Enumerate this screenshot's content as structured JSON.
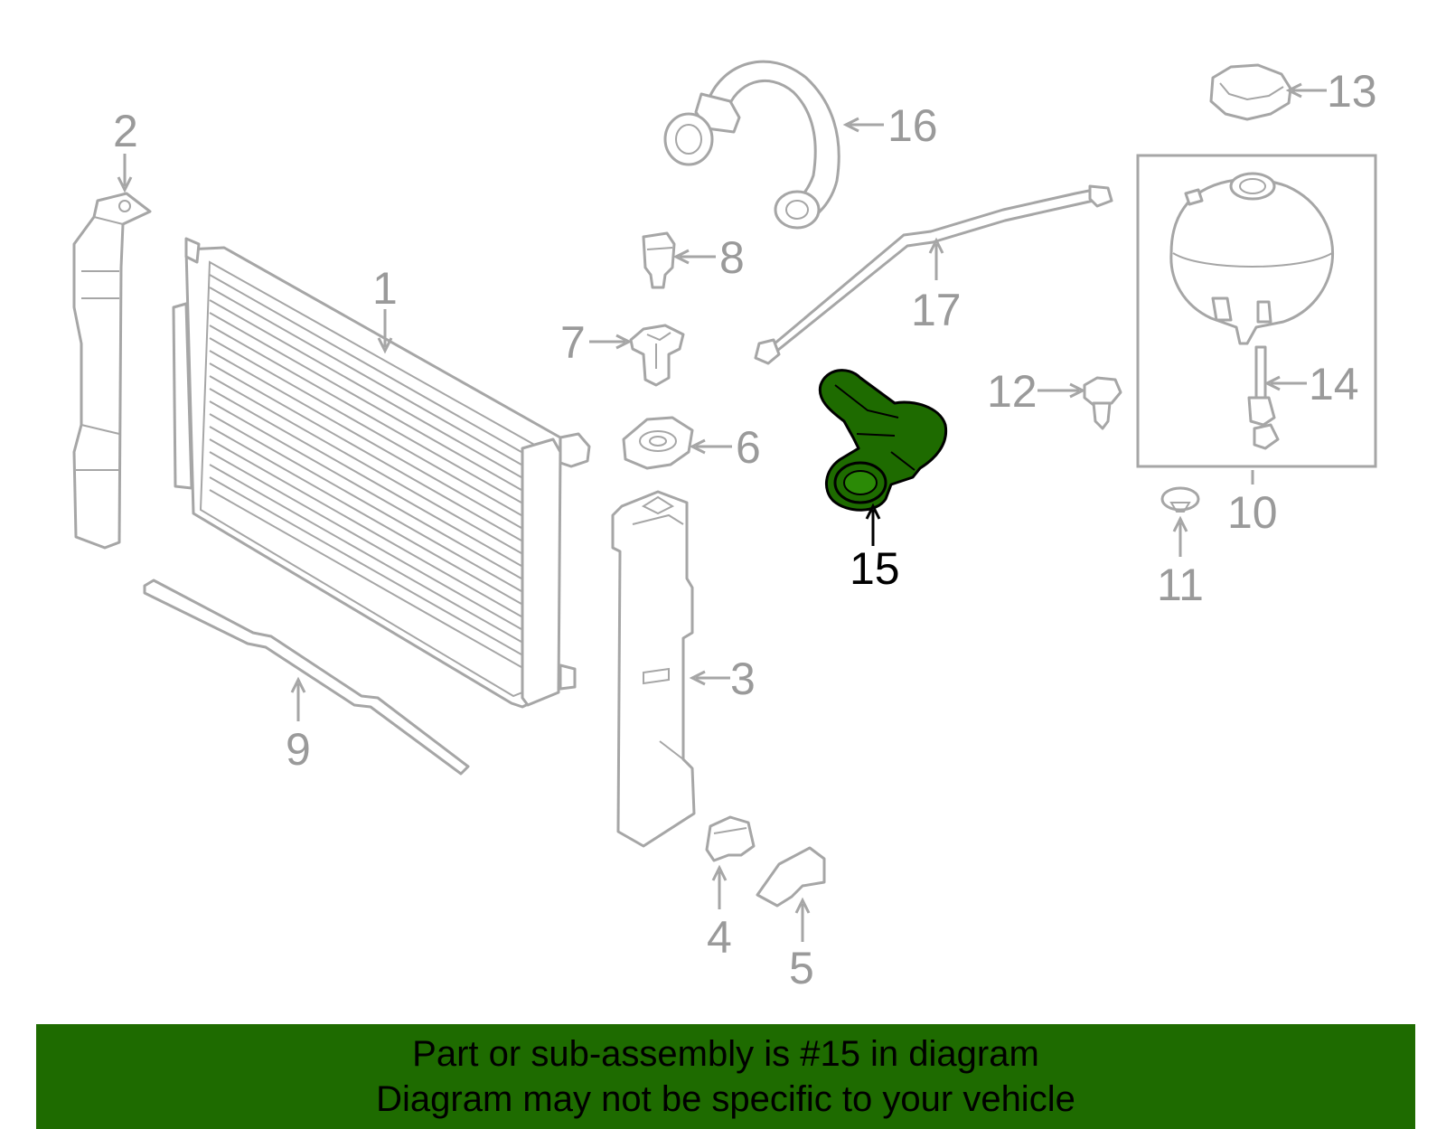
{
  "colors": {
    "highlight": "#1e6b00",
    "banner": "#1e6b00",
    "part_stroke": "#a6a6a6",
    "label_gray": "#9a9a9a",
    "label_highlight": "#000000"
  },
  "callouts": {
    "c1": "1",
    "c2": "2",
    "c3": "3",
    "c4": "4",
    "c5": "5",
    "c6": "6",
    "c7": "7",
    "c8": "8",
    "c9": "9",
    "c10": "10",
    "c11": "11",
    "c12": "12",
    "c13": "13",
    "c14": "14",
    "c15": "15",
    "c16": "16",
    "c17": "17"
  },
  "highlighted_part": "15",
  "banner": {
    "line1": "Part or sub-assembly is #15 in diagram",
    "line2": "Diagram may not be specific to your vehicle"
  }
}
